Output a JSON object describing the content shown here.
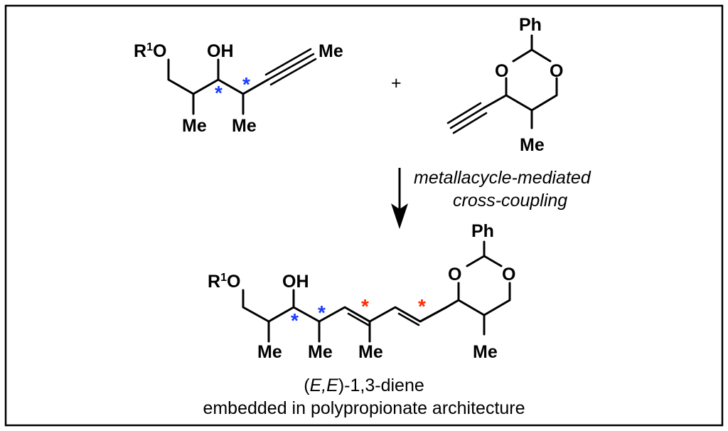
{
  "labels": {
    "r1o": "R",
    "r1_sup": "1",
    "o_after_r1": "O",
    "oh": "OH",
    "me": "Me",
    "ph": "Ph",
    "o": "O",
    "plus": "+",
    "star": "*"
  },
  "colors": {
    "blue_star": "#1a3cff",
    "red_star": "#ff2a00",
    "frame": "#000000"
  },
  "conditions": {
    "line1": "metallacycle-mediated",
    "line2": "cross-coupling"
  },
  "caption": {
    "line1_open": "(",
    "line1_italic": "E,E",
    "line1_rest": ")-1,3-diene",
    "line2": "embedded in polypropionate architecture"
  }
}
